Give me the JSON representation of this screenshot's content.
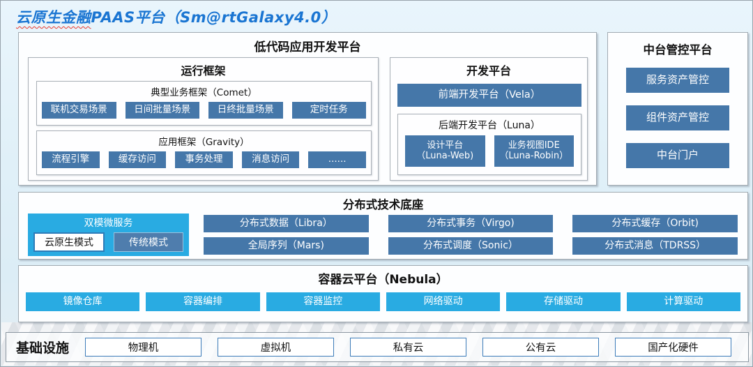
{
  "header": {
    "title_main": "云原生金融",
    "title_rest": "PAAS平台（Sm@rtGalaxy4.0）"
  },
  "low_code": {
    "title": "低代码应用开发平台",
    "runtime": {
      "title": "运行框架",
      "comet": {
        "label": "典型业务框架（Comet）",
        "items": [
          "联机交易场景",
          "日间批量场景",
          "日终批量场景",
          "定时任务"
        ]
      },
      "gravity": {
        "label": "应用框架（Gravity）",
        "items": [
          "流程引擎",
          "缓存访问",
          "事务处理",
          "消息访问",
          "......"
        ]
      }
    },
    "dev": {
      "title": "开发平台",
      "vela_label": "前端开发平台（Vela）",
      "luna": {
        "label": "后端开发平台（Luna）",
        "items": [
          {
            "line1": "设计平台",
            "line2": "（Luna-Web)"
          },
          {
            "line1": "业务视图IDE",
            "line2": "（Luna-Robin）"
          }
        ]
      }
    }
  },
  "middle_platform": {
    "title": "中台管控平台",
    "items": [
      "服务资产管控",
      "组件资产管控",
      "中台门户"
    ]
  },
  "distributed": {
    "title": "分布式技术底座",
    "dual_mode": {
      "label": "双模微服务",
      "cloud_native": "云原生模式",
      "traditional": "传统模式"
    },
    "row1": [
      "分布式数据（Libra）",
      "分布式事务（Virgo)",
      "分布式缓存（Orbit)"
    ],
    "row2": [
      "全局序列（Mars)",
      "分布式调度（Sonic）",
      "分布式消息（TDRSS）"
    ]
  },
  "container_cloud": {
    "title": "容器云平台（Nebula）",
    "items": [
      "镜像仓库",
      "容器编排",
      "容器监控",
      "网络驱动",
      "存储驱动",
      "计算驱动"
    ]
  },
  "infrastructure": {
    "label": "基础设施",
    "items": [
      "物理机",
      "虚拟机",
      "私有云",
      "公有云",
      "国产化硬件"
    ]
  },
  "colors": {
    "steel_blue": "#4577a9",
    "cyan": "#29abe2",
    "title_blue": "#1a75d2"
  }
}
